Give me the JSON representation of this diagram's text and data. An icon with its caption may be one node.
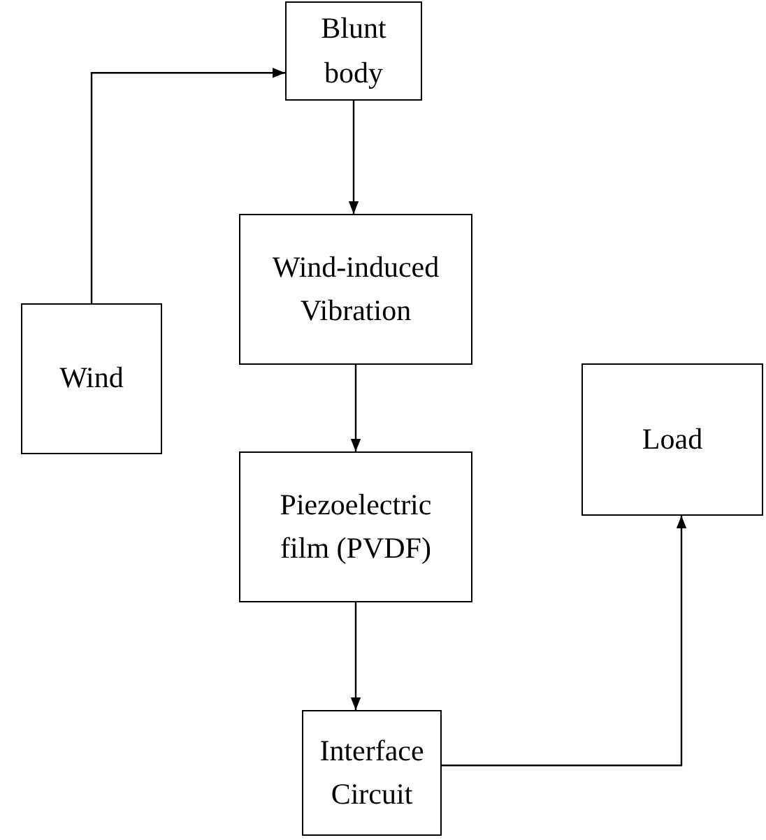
{
  "diagram": {
    "nodes": [
      {
        "text": [
          "Blunt body"
        ]
      },
      {
        "text": [
          "Wind-induced Vibration"
        ]
      },
      {
        "text": [
          "Wind"
        ]
      },
      {
        "text": [
          "Piezoelectric film (PVDF)"
        ]
      },
      {
        "text": [
          "Load"
        ]
      },
      {
        "text": [
          "Interface Circuit"
        ]
      }
    ],
    "edges": [
      {
        "from": 2,
        "to": 0,
        "arrow": "to"
      },
      {
        "from": 0,
        "to": 1,
        "arrow": "to"
      },
      {
        "from": 1,
        "to": 3,
        "arrow": "to"
      },
      {
        "from": 3,
        "to": 5,
        "arrow": "to"
      },
      {
        "from": 5,
        "to": 4,
        "arrow": "to"
      }
    ]
  }
}
